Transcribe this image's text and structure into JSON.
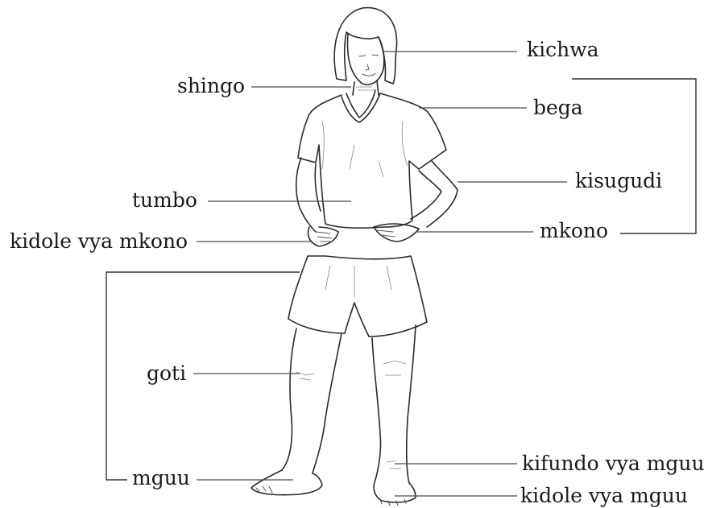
{
  "labels": {
    "kichwa": "kichwa",
    "shingo": "shingo",
    "bega": "bega",
    "kisugudi": "kisugudi",
    "tumbo": "tumbo",
    "mkono": "mkono",
    "kidole_vya_mkono": "kidole vya mkono",
    "goti": "goti",
    "mguu": "mguu",
    "kifundo_vya_mguu": "kifundo vya mguu",
    "kidole_vya_mguu": "kidole vya mguu"
  }
}
